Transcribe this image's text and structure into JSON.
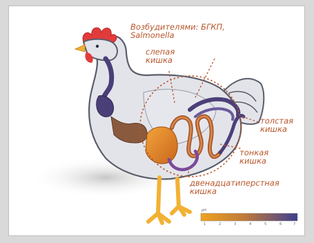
{
  "labels": {
    "pathogens": "Возбудителями: БГКП,\nSalmonella",
    "cecum": "слепая\nкишка",
    "large_intestine": "толстая\nкишка",
    "small_intestine": "тонкая\nкишка",
    "duodenum": "двенадцатиперстная\nкишка"
  },
  "scale": {
    "unit": "pH",
    "ticks": [
      "1",
      "2",
      "3",
      "4",
      "5",
      "6",
      "7"
    ],
    "gradient_start": "#f0a21e",
    "gradient_end": "#3b3f8f"
  },
  "colors": {
    "label": "#b8562b",
    "body": "#e3e4ea",
    "outline": "#5a5d6a",
    "comb": "#e23b3b",
    "legs": "#f2b134",
    "gut_purple": "#4b3f78",
    "gut_orange": "#d07828",
    "gut_brown": "#8a5a3e"
  }
}
